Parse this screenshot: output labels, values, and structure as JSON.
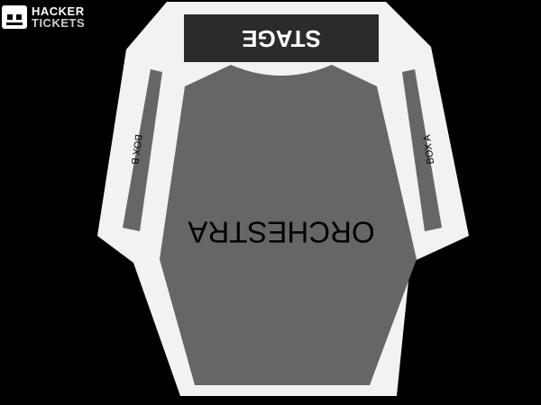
{
  "branding": {
    "logo_line1": "HACKER",
    "logo_line2": "TICKETS"
  },
  "sections": {
    "stage": "STAGE",
    "orchestra": "ORCHESTRA",
    "box_a": "BOX A",
    "box_b": "BOX B"
  },
  "colors": {
    "background": "#000000",
    "venue_floor": "#f2f2f2",
    "stage": "#2b2b2b",
    "orchestra": "#666666",
    "boxes": "#666666",
    "stage_text": "#ffffff",
    "section_text": "#000000"
  },
  "icons": {
    "logo": "ticket-badge-icon"
  }
}
